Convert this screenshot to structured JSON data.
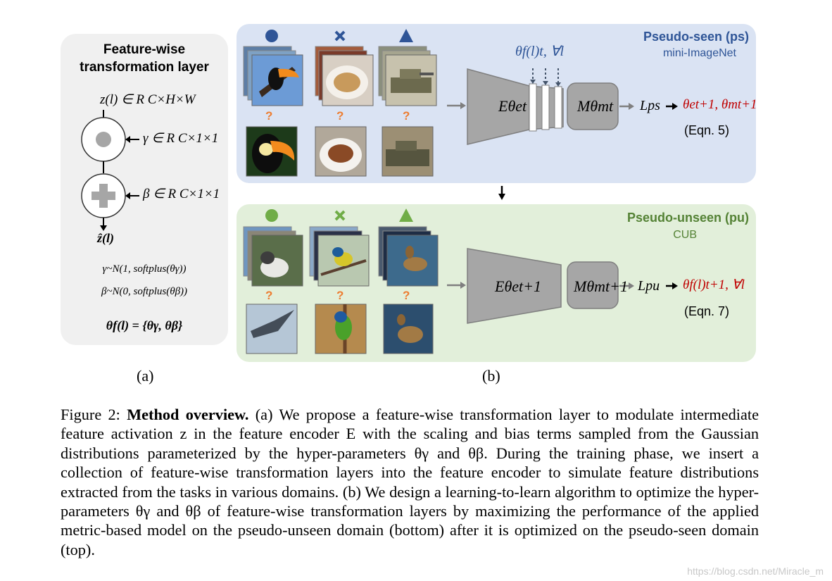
{
  "panel_a": {
    "title_line1": "Feature-wise",
    "title_line2": "transformation layer",
    "z_in": "z(l) ∈ R C×H×W",
    "gamma_label": "γ ∈ R C×1×1",
    "beta_label": "β ∈ R C×1×1",
    "z_out": "ẑ(l)",
    "gamma_dist": "γ~N(1, softplus(θγ))",
    "beta_dist": "β~N(0, softplus(θβ))",
    "theta_def": "θf(l) = {θγ, θβ}"
  },
  "panel_ps": {
    "title": "Pseudo-seen (ps)",
    "subtitle": "mini-ImageNet",
    "theta_top": "θf(l)t, ∀l",
    "encoder": "Eθet",
    "metric": "Mθmt",
    "loss": "Lps",
    "update": "θet+1, θmt+1",
    "eqn": "(Eqn. 5)",
    "query_mark": "?"
  },
  "panel_pu": {
    "title": "Pseudo-unseen (pu)",
    "subtitle": "CUB",
    "encoder": "Eθet+1",
    "metric": "Mθmt+1",
    "loss": "Lpu",
    "update": "θf(l)t+1, ∀l",
    "eqn": "(Eqn. 7)",
    "query_mark": "?"
  },
  "labels": {
    "a": "(a)",
    "b": "(b)"
  },
  "caption": {
    "prefix": "Figure 2: ",
    "bold": "Method overview.",
    "text": " (a) We propose a feature-wise transformation layer to modulate intermediate feature activation z in the feature encoder E with the scaling and bias terms sampled from the Gaussian distributions parameterized by the hyper-parameters θγ and θβ. During the training phase, we insert a collection of feature-wise transformation layers into the feature encoder to simulate feature distributions extracted from the tasks in various domains. (b) We design a learning-to-learn algorithm to optimize the hyper-parameters θγ and θβ of feature-wise transformation layers by maximizing the performance of the applied metric-based model on the pseudo-unseen domain (bottom) after it is optimized on the pseudo-seen domain (top)."
  },
  "watermark": "https://blog.csdn.net/Miracle_m",
  "colors": {
    "ps_bg": "#dae3f3",
    "pu_bg": "#e2efda",
    "ps_title": "#2f5597",
    "pu_title": "#548235",
    "red": "#c00000",
    "orange": "#ed7d31",
    "gray_block": "#a6a6a6"
  }
}
